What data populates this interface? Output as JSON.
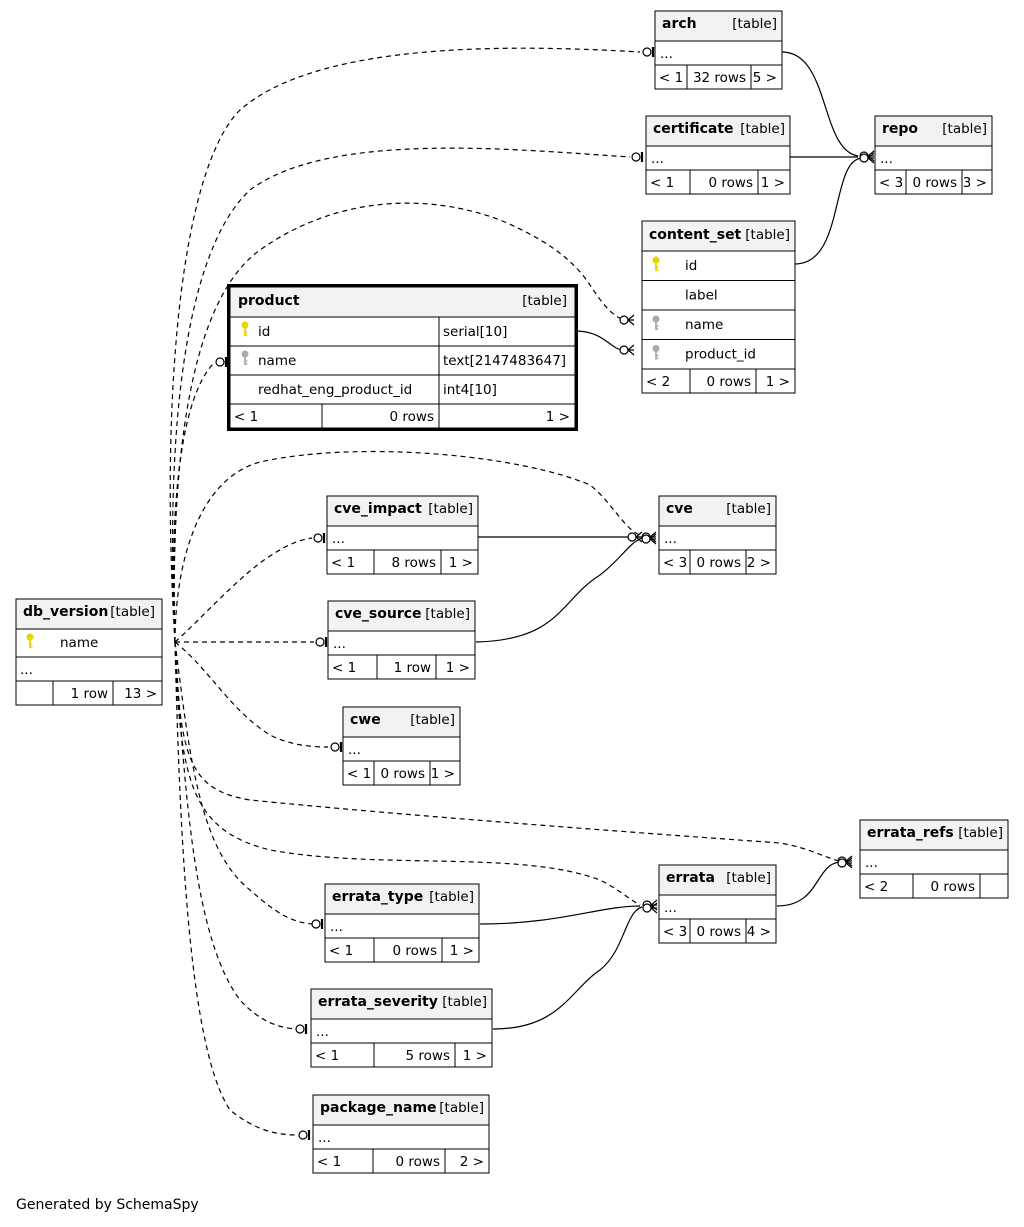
{
  "footer": "Generated by SchemaSpy",
  "table_tag": "[table]",
  "tables": {
    "arch": {
      "name": "arch",
      "rows": [
        "..."
      ],
      "footer": [
        "< 1",
        "32 rows",
        "5 >"
      ]
    },
    "certificate": {
      "name": "certificate",
      "rows": [
        "..."
      ],
      "footer": [
        "< 1",
        "0 rows",
        "1 >"
      ]
    },
    "repo": {
      "name": "repo",
      "rows": [
        "..."
      ],
      "footer": [
        "< 3",
        "0 rows",
        "3 >"
      ]
    },
    "content_set": {
      "name": "content_set",
      "rows": [
        {
          "label": "id",
          "key": "pk"
        },
        {
          "label": "label",
          "key": ""
        },
        {
          "label": "name",
          "key": "fk"
        },
        {
          "label": "product_id",
          "key": "fk"
        }
      ],
      "footer": [
        "< 2",
        "0 rows",
        "1 >"
      ]
    },
    "product": {
      "name": "product",
      "columns": [
        {
          "label": "id",
          "type": "serial[10]",
          "key": "pk"
        },
        {
          "label": "name",
          "type": "text[2147483647]",
          "key": "fk"
        },
        {
          "label": "redhat_eng_product_id",
          "type": "int4[10]",
          "key": ""
        }
      ],
      "footer": [
        "< 1",
        "0 rows",
        "1 >"
      ]
    },
    "cve_impact": {
      "name": "cve_impact",
      "rows": [
        "..."
      ],
      "footer": [
        "< 1",
        "8 rows",
        "1 >"
      ]
    },
    "cve": {
      "name": "cve",
      "rows": [
        "..."
      ],
      "footer": [
        "< 3",
        "0 rows",
        "2 >"
      ]
    },
    "cve_source": {
      "name": "cve_source",
      "rows": [
        "..."
      ],
      "footer": [
        "< 1",
        "1 row",
        "1 >"
      ]
    },
    "db_version": {
      "name": "db_version",
      "rows": [
        {
          "label": "name",
          "key": "pk"
        },
        {
          "label": "...",
          "key": ""
        }
      ],
      "footer": [
        "",
        "1 row",
        "13 >"
      ]
    },
    "cwe": {
      "name": "cwe",
      "rows": [
        "..."
      ],
      "footer": [
        "< 1",
        "0 rows",
        "1 >"
      ]
    },
    "errata_refs": {
      "name": "errata_refs",
      "rows": [
        "..."
      ],
      "footer": [
        "< 2",
        "0 rows",
        ""
      ]
    },
    "errata": {
      "name": "errata",
      "rows": [
        "..."
      ],
      "footer": [
        "< 3",
        "0 rows",
        "4 >"
      ]
    },
    "errata_type": {
      "name": "errata_type",
      "rows": [
        "..."
      ],
      "footer": [
        "< 1",
        "0 rows",
        "1 >"
      ]
    },
    "errata_severity": {
      "name": "errata_severity",
      "rows": [
        "..."
      ],
      "footer": [
        "< 1",
        "5 rows",
        "1 >"
      ]
    },
    "package_name": {
      "name": "package_name",
      "rows": [
        "..."
      ],
      "footer": [
        "< 1",
        "0 rows",
        "2 >"
      ]
    }
  },
  "relationships": [
    {
      "from": "db_version",
      "to": "arch",
      "style": "dashed"
    },
    {
      "from": "db_version",
      "to": "certificate",
      "style": "dashed"
    },
    {
      "from": "db_version",
      "to": "content_set",
      "style": "dashed"
    },
    {
      "from": "db_version",
      "to": "product",
      "style": "dashed"
    },
    {
      "from": "db_version",
      "to": "cve",
      "style": "dashed"
    },
    {
      "from": "db_version",
      "to": "cve_impact",
      "style": "dashed"
    },
    {
      "from": "db_version",
      "to": "cve_source",
      "style": "dashed"
    },
    {
      "from": "db_version",
      "to": "cwe",
      "style": "dashed"
    },
    {
      "from": "db_version",
      "to": "errata_refs",
      "style": "dashed"
    },
    {
      "from": "db_version",
      "to": "errata",
      "style": "dashed"
    },
    {
      "from": "db_version",
      "to": "errata_type",
      "style": "dashed"
    },
    {
      "from": "db_version",
      "to": "errata_severity",
      "style": "dashed"
    },
    {
      "from": "db_version",
      "to": "package_name",
      "style": "dashed"
    },
    {
      "from": "arch",
      "to": "repo",
      "style": "solid"
    },
    {
      "from": "certificate",
      "to": "repo",
      "style": "solid"
    },
    {
      "from": "content_set",
      "to": "repo",
      "style": "solid"
    },
    {
      "from": "product",
      "to": "content_set",
      "style": "solid"
    },
    {
      "from": "cve_impact",
      "to": "cve",
      "style": "solid"
    },
    {
      "from": "cve_source",
      "to": "cve",
      "style": "solid"
    },
    {
      "from": "errata_type",
      "to": "errata",
      "style": "solid"
    },
    {
      "from": "errata_severity",
      "to": "errata",
      "style": "solid"
    },
    {
      "from": "errata",
      "to": "errata_refs",
      "style": "solid"
    }
  ]
}
